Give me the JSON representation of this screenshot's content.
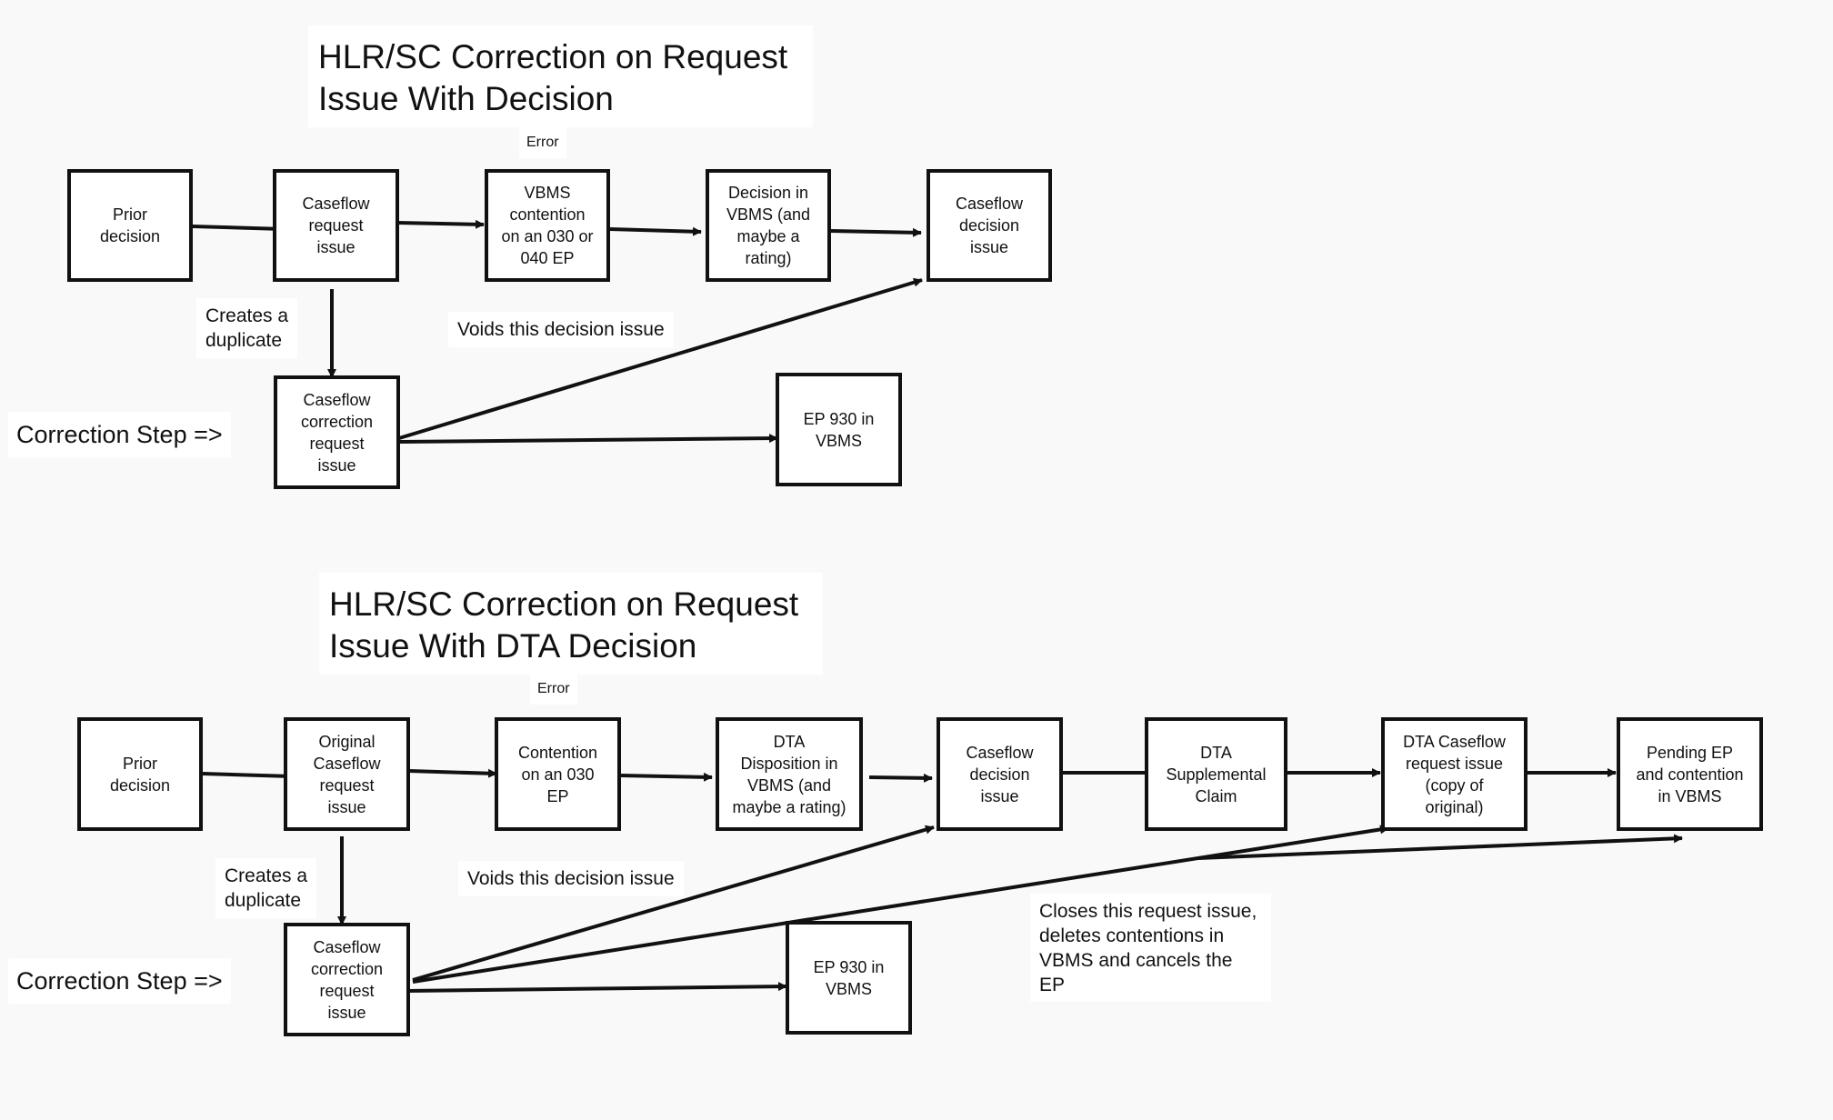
{
  "diagram1": {
    "title_line1": "HLR/SC Correction on Request",
    "title_line2": "Issue With Decision",
    "error_label": "Error",
    "nodes": {
      "prior": [
        "Prior",
        "decision"
      ],
      "request": [
        "Caseflow",
        "request",
        "issue"
      ],
      "vbms_contention": [
        "VBMS",
        "contention",
        "on an 030 or",
        "040 EP"
      ],
      "decision_vbms": [
        "Decision in",
        "VBMS (and",
        "maybe a",
        "rating)"
      ],
      "decision_issue": [
        "Caseflow",
        "decision",
        "issue"
      ],
      "correction": [
        "Caseflow",
        "correction",
        "request",
        "issue"
      ],
      "ep930": [
        "EP 930 in",
        "VBMS"
      ]
    },
    "creates_line1": "Creates a",
    "creates_line2": "duplicate",
    "voids": "Voids this decision issue",
    "correction_step": "Correction Step =>"
  },
  "diagram2": {
    "title_line1": "HLR/SC Correction on Request",
    "title_line2": "Issue With DTA Decision",
    "error_label": "Error",
    "nodes": {
      "prior": [
        "Prior",
        "decision"
      ],
      "original": [
        "Original",
        "Caseflow",
        "request",
        "issue"
      ],
      "contention": [
        "Contention",
        "on an 030",
        "EP"
      ],
      "dta_disposition": [
        "DTA",
        "Disposition in",
        "VBMS (and",
        "maybe a rating)"
      ],
      "decision_issue": [
        "Caseflow",
        "decision",
        "issue"
      ],
      "dta_supplemental": [
        "DTA",
        "Supplemental",
        "Claim"
      ],
      "dta_request": [
        "DTA Caseflow",
        "request issue",
        "(copy of",
        "original)"
      ],
      "pending_ep": [
        "Pending EP",
        "and contention",
        "in VBMS"
      ],
      "correction": [
        "Caseflow",
        "correction",
        "request",
        "issue"
      ],
      "ep930": [
        "EP 930 in",
        "VBMS"
      ]
    },
    "creates_line1": "Creates a",
    "creates_line2": "duplicate",
    "voids": "Voids this decision issue",
    "closes": [
      "Closes this request issue,",
      "deletes contentions in",
      "VBMS and cancels the",
      "EP"
    ],
    "correction_step": "Correction Step =>"
  }
}
